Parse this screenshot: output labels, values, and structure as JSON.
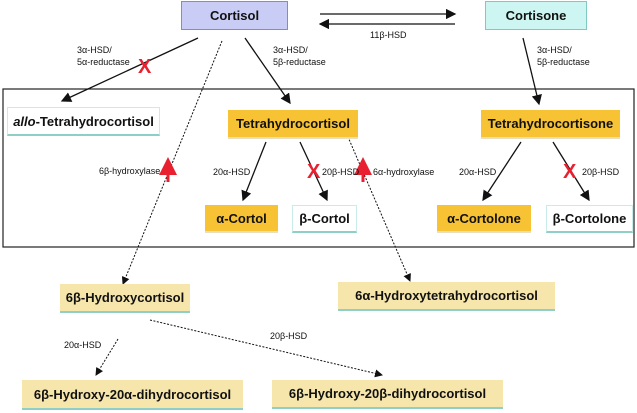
{
  "nodes": {
    "cortisol": "Cortisol",
    "cortisone": "Cortisone",
    "allo_thf_prefix": "allo",
    "allo_thf_suffix": "-Tetrahydrocortisol",
    "thf": "Tetrahydrocortisol",
    "the": "Tetrahydrocortisone",
    "a_cortol": "α-Cortol",
    "b_cortol": "β-Cortol",
    "a_cortolone": "α-Cortolone",
    "b_cortolone": "β-Cortolone",
    "oh6b_cortisol": "6β-Hydroxycortisol",
    "oh6a_thf": "6α-Hydroxytetrahydrocortisol",
    "oh6b_20a": "6β-Hydroxy-20α-dihydrocortisol",
    "oh6b_20b": "6β-Hydroxy-20β-dihydrocortisol"
  },
  "enzymes": {
    "hsd11b": "11β-HSD",
    "a_line1": "3α-HSD/",
    "a_line2": "5α-reductase",
    "b_line1": "3α-HSD/",
    "b_line2": "5β-reductase",
    "c_line1": "3α-HSD/",
    "c_line2": "5β-reductase",
    "hydroxylase6b": "6β-hydroxylase",
    "hydroxylase6a": "6α-hydroxylase",
    "thf_20a": "20α-HSD",
    "thf_20b": "20β-HSD",
    "the_20a": "20α-HSD",
    "the_20b": "20β-HSD",
    "oh_20a": "20α-HSD",
    "oh_20b": "20β-HSD"
  },
  "markers": {
    "blocked": "X",
    "blocked_color": "#e8202f",
    "increased_color": "#e8202f"
  },
  "colors": {
    "cortisol": "#c9cdf6",
    "cortisone": "#cdf6f2",
    "highlight": "#f7c233",
    "hydroxy": "#f6e6ab"
  }
}
